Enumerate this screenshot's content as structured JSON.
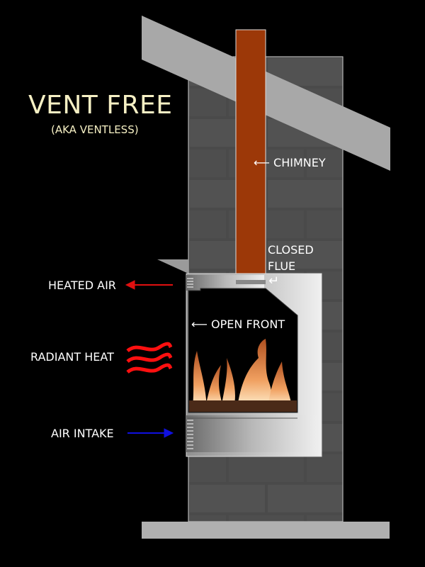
{
  "title": "VENT FREE",
  "subtitle": "(AKA VENTLESS)",
  "labels": {
    "chimney": "CHIMNEY",
    "closed_flue_line1": "CLOSED",
    "closed_flue_line2": "FLUE",
    "open_front": "OPEN FRONT",
    "heated_air": "HEATED AIR",
    "radiant_heat": "RADIANT HEAT",
    "air_intake": "AIR INTAKE"
  },
  "arrows": {
    "left": "⟵",
    "return": "↵"
  },
  "colors": {
    "chimney": "#9c3808",
    "heated_air_arrow": "#e01010",
    "air_intake_arrow": "#1010e0",
    "title": "#f6f0c4",
    "wall": "#555555",
    "roof": "#a8a8a8"
  }
}
